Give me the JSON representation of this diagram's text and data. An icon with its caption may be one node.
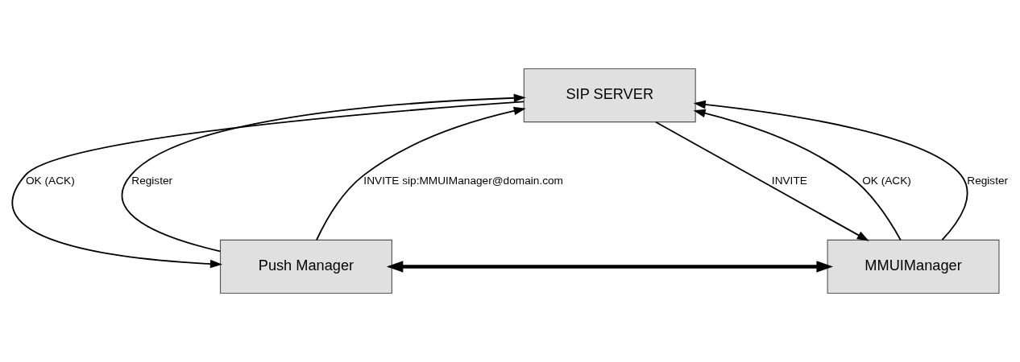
{
  "diagram": {
    "nodes": [
      {
        "text": [
          "SIP SERVER"
        ]
      },
      {
        "text": [
          "Push Manager"
        ]
      },
      {
        "text": [
          "MMUIManager"
        ]
      }
    ],
    "edges": [
      {
        "from": 1,
        "to": 0,
        "arrow": "to",
        "label": "Register"
      },
      {
        "from": 1,
        "to": 0,
        "arrow": "to",
        "label": "INVITE sip:MMUIManager@domain.com"
      },
      {
        "from": 0,
        "to": 1,
        "arrow": "to",
        "label": "OK (ACK)"
      },
      {
        "from": 2,
        "to": 0,
        "arrow": "to",
        "label": "OK (ACK)"
      },
      {
        "from": 0,
        "to": 2,
        "arrow": "to",
        "label": "INVITE"
      },
      {
        "from": 2,
        "to": 0,
        "arrow": "to",
        "label": "Register"
      },
      {
        "from": 1,
        "to": 2,
        "arrow": "both",
        "style": "thick"
      }
    ]
  }
}
